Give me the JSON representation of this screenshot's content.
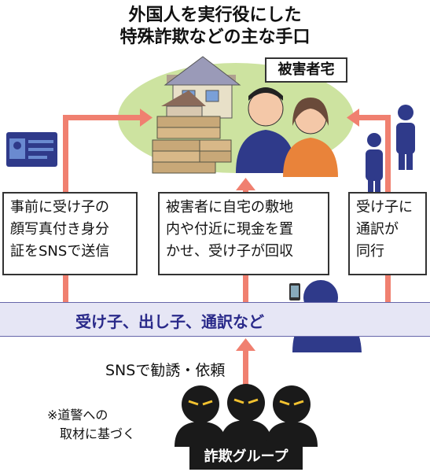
{
  "title": {
    "line1": "外国人を実行役にした",
    "line2": "特殊詐欺などの主な手口"
  },
  "victim_home_label": "被害者宅",
  "boxes": {
    "left": {
      "line1": "事前に受け子の",
      "line2": "顔写真付き身分",
      "line3": "証をSNSで送信"
    },
    "middle": {
      "line1": "被害者に自宅の敷地",
      "line2": "内や付近に現金を置",
      "line3": "かせ、受け子が回収"
    },
    "right": {
      "line1": "受け子に",
      "line2": "通訳が",
      "line3": "同行"
    }
  },
  "band_label": "受け子、出し子、通訳など",
  "sns_label": "SNSで勧誘・依頼",
  "note": {
    "line1": "※道警への",
    "line2": "取材に基づく"
  },
  "group_label": "詐欺グループ",
  "colors": {
    "arrow": "#f08070",
    "band": "#e6e6f5",
    "band_text": "#2a2a8a",
    "figure_navy": "#2f3a8a",
    "woman_orange": "#e9833a",
    "house_blob": "#cde3a0"
  }
}
